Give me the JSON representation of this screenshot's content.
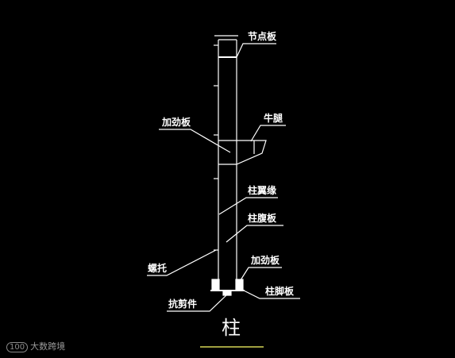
{
  "colors": {
    "background": "#000000",
    "line": "#ffffff",
    "title_underline": "#ffff66",
    "watermark": "#9a9a9a"
  },
  "labels": {
    "node_plate": "节点板",
    "stiffener_upper": "加劲板",
    "corbel": "牛腿",
    "column_flange": "柱翼缘",
    "column_web": "柱腹板",
    "bracket": "螺托",
    "stiffener_lower": "加劲板",
    "base_plate": "柱脚板",
    "shear_key": "抗剪件"
  },
  "title": "柱",
  "watermark": {
    "logo_text": "100",
    "text": "大数跨境"
  }
}
